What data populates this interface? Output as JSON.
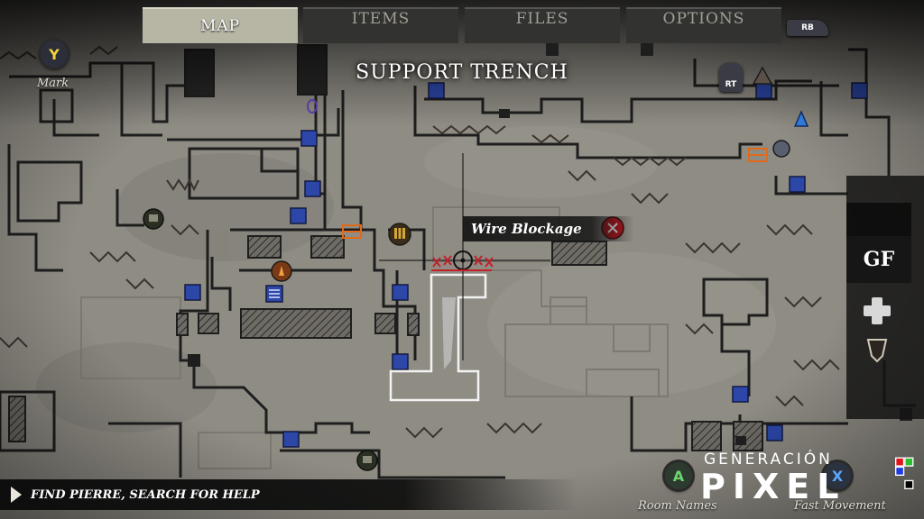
{
  "tabs": [
    {
      "label": "MAP",
      "active": true
    },
    {
      "label": "ITEMS",
      "active": false
    },
    {
      "label": "FILES",
      "active": false
    },
    {
      "label": "OPTIONS",
      "active": false
    }
  ],
  "area_title": "SUPPORT TRENCH",
  "controls": {
    "y_button": "Y",
    "y_label": "Mark",
    "rb": "RB",
    "rt": "RT",
    "a_button": "A",
    "a_label": "Room Names",
    "x_button": "X",
    "x_label": "Fast Movement"
  },
  "cursor_label": "Wire Blockage",
  "side_tag": "GF",
  "objective": "FIND PIERRE, SEARCH FOR HELP",
  "watermark": {
    "top": "GENERACIÓN",
    "bottom": "PIXEL"
  },
  "colors": {
    "map_bg": "#8f8c84",
    "wall": "#1e1e1e",
    "door_blue": "#2c47a8",
    "highlight_room": "#f2f2f2",
    "accent_orange": "#e06a1c",
    "accent_red": "#b8141e",
    "wire": "#3a342e"
  },
  "icons": [
    "y-button-icon",
    "rb-shoulder-icon",
    "rt-trigger-icon",
    "lantern-icon",
    "save-typewriter-icon",
    "bullet-ammo-icon",
    "ammo-box-icon",
    "fire-barrel-icon",
    "key-icon",
    "wire-blockage-icon",
    "crosshair-cursor-icon",
    "dpad-icon",
    "player-marker-icon",
    "gas-mask-icon",
    "a-button-icon",
    "x-button-icon",
    "objective-arrow-icon"
  ]
}
